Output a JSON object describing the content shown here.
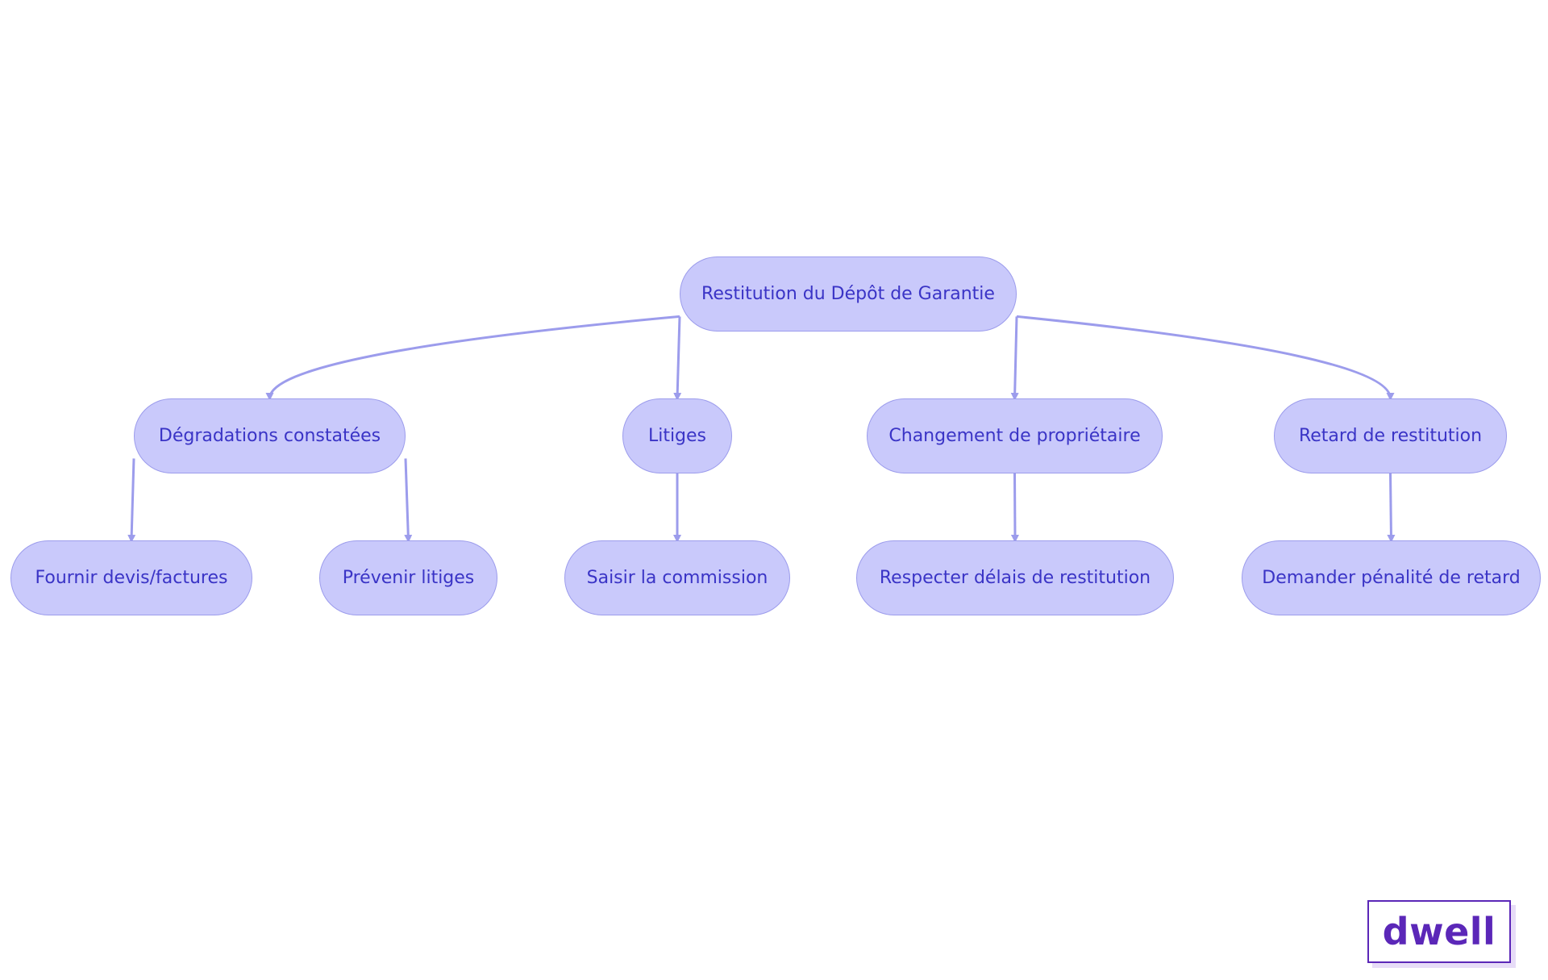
{
  "colors": {
    "node_fill": "#c9c9fb",
    "node_stroke": "#9c9cec",
    "node_text": "#3a34c6",
    "edge": "#9c9cec",
    "logo": "#5b27b8"
  },
  "diagram": {
    "nodes": [
      {
        "id": "root",
        "label": "Restitution du Dépôt de Garantie"
      },
      {
        "id": "deg",
        "label": "Dégradations constatées"
      },
      {
        "id": "lit",
        "label": "Litiges"
      },
      {
        "id": "chg",
        "label": "Changement de propriétaire"
      },
      {
        "id": "ret",
        "label": "Retard de restitution"
      },
      {
        "id": "dev",
        "label": "Fournir devis/factures"
      },
      {
        "id": "pre",
        "label": "Prévenir litiges"
      },
      {
        "id": "sai",
        "label": "Saisir la commission"
      },
      {
        "id": "res",
        "label": "Respecter délais de restitution"
      },
      {
        "id": "dem",
        "label": "Demander pénalité de retard"
      }
    ],
    "edges": [
      {
        "from": "root",
        "to": "deg"
      },
      {
        "from": "root",
        "to": "lit"
      },
      {
        "from": "root",
        "to": "chg"
      },
      {
        "from": "root",
        "to": "ret"
      },
      {
        "from": "deg",
        "to": "dev"
      },
      {
        "from": "deg",
        "to": "pre"
      },
      {
        "from": "lit",
        "to": "sai"
      },
      {
        "from": "chg",
        "to": "res"
      },
      {
        "from": "ret",
        "to": "dem"
      }
    ]
  },
  "logo": {
    "text": "dwell"
  }
}
